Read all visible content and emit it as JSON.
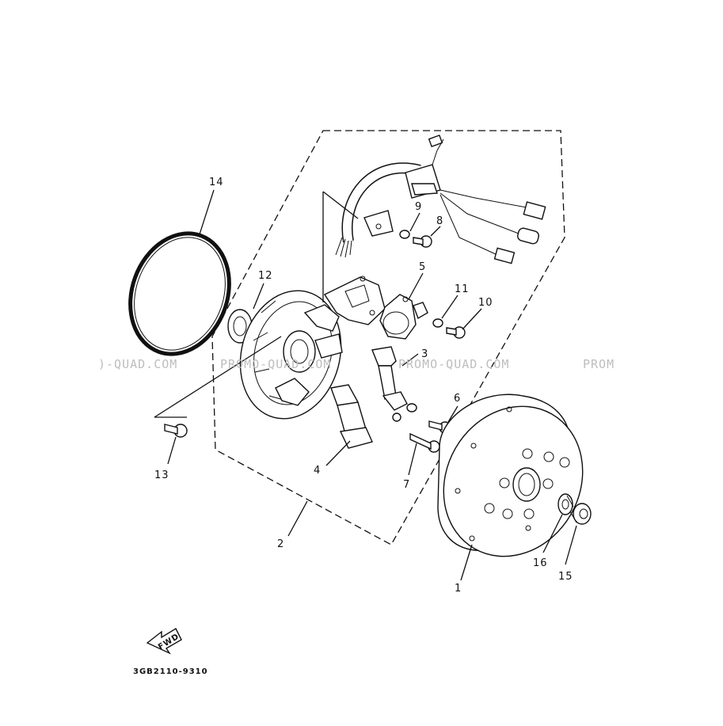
{
  "diagram": {
    "code": "3GB2110-9310",
    "fwd_label": "FWD",
    "watermarks": [
      ")-QUAD.COM",
      "PROMO-QUAD.COM",
      "PROMO-QUAD.COM",
      "PROM"
    ],
    "callouts": [
      "1",
      "2",
      "3",
      "4",
      "5",
      "6",
      "7",
      "8",
      "9",
      "10",
      "11",
      "12",
      "13",
      "14",
      "15",
      "16"
    ]
  }
}
